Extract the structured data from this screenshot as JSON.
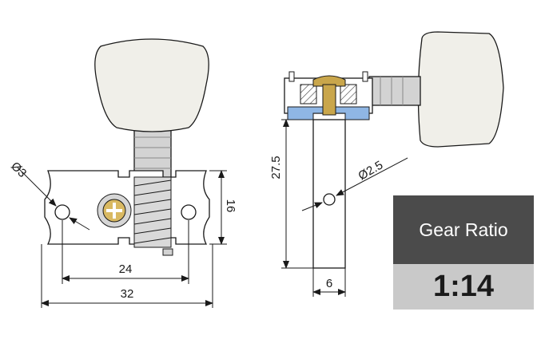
{
  "dimensions": {
    "hole_diameter": "Ø3",
    "hole_spacing": "24",
    "plate_length": "32",
    "plate_height": "16",
    "post_height": "27.5",
    "string_hole_diameter": "Ø2.5",
    "post_width": "6"
  },
  "gear_ratio": {
    "label": "Gear Ratio",
    "value": "1:14"
  },
  "colors": {
    "button_fill": "#f0efe9",
    "metal_fill": "#d3d3d3",
    "bushing_blue": "#8fb6e4",
    "brass": "#c9a64b",
    "panel_dark": "#4b4b4b",
    "panel_light": "#c9c9c9"
  }
}
